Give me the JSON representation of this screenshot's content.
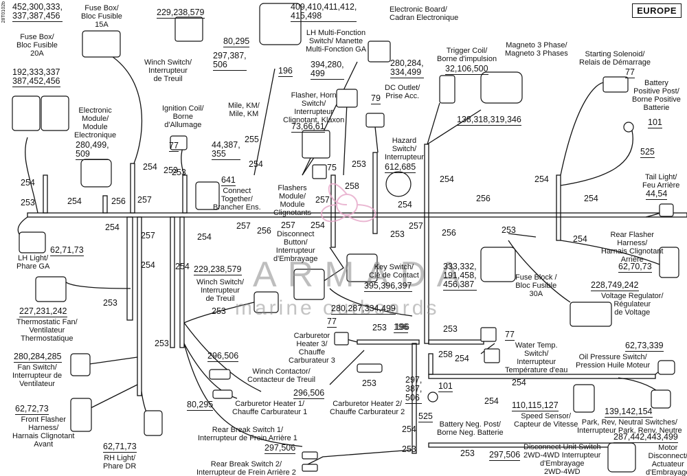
{
  "badge": "EUROPE",
  "drawing_code": "28T0102b",
  "watermark": {
    "brand": "ARMADA",
    "sub": "marine outboards"
  },
  "labels": {
    "fuse15_nums": "452,300,333,\n337,387,456",
    "fuse15_name": "Fuse Box/\nBloc Fusible\n15A",
    "fuse20_name": "Fuse Box/\nBloc Fusible\n20A",
    "fuse20_nums": "192,333,337\n387,452,456",
    "ecm_name": "Electronic\nModule/\nModule\nElectronique",
    "ecm_nums": "280,499,\n509",
    "winch1_nums": "229,238,579",
    "winch1_name": "Winch Switch/\nInterrupteur\nde Treuil",
    "mile_nums_a": "80,295",
    "mile_nums_b": "297,387,\n506",
    "mile_196": "196",
    "mile_name": "Mile, KM/\nMile, KM",
    "ignition_name": "Ignition Coil/\nBorne\nd'Allumage",
    "ign_77": "77",
    "ign_nums": "44,387,\n355",
    "connect_641": "641",
    "connect_name": "Connect\nTogether/\nBrancher Ens.",
    "board_nums": "409,410,411,412,\n415,498",
    "board_name": "Electronic Board/\nCadran Electronique",
    "multi_name": "LH Multi-Fonction\nSwitch/ Manette\nMulti-Fonction GA",
    "multi_nums": "280,284,\n334,499",
    "flasher_nums": "394,280,\n499",
    "flasher_name": "Flasher, Horn\nSwitch/\nInterrupteur\nClignotant, Klaxon",
    "flasher_ids": "73,66,61",
    "dc_79": "79",
    "dc_name": "DC Outlet/\nPrise Acc.",
    "hazard_name": "Hazard\nSwitch/\nInterrupteur",
    "hazard_nums": "612,685",
    "flashers_module": "Flashers\nModule/\nModule\nClignotants",
    "trigger_name": "Trigger Coil/\nBorne d'impulsion",
    "trigger_nums": "32,106,500",
    "magneto_name": "Magneto 3 Phase/\nMagneto 3 Phases",
    "magneto_nums": "138,318,319,346",
    "starting_name": "Starting Solenoid/\nRelais de Démarrage",
    "starting_77": "77",
    "battery_name": "Battery\nPositive Post/\nBorne Positive\nBatterie",
    "battery_101": "101",
    "battery_525": "525",
    "tail_name": "Tail Light/\nFeu Arrière",
    "tail_nums": "44,54",
    "lh_light_name": "LH Light/\nPhare GA",
    "lh_light_nums": "62,71,73",
    "disconnect_btn": "Disconnect\nButton/\nInterrupteur\nd'Embrayage",
    "key_name": "Key Switch/\nClé de Contact",
    "key_nums": "395,396,397",
    "fuse30_nums": "333,332,\n191,458,\n456,387",
    "fuse30_name": "Fuse Block /\nBloc Fusible\n30A",
    "rear_flasher_name": "Rear Flasher\nHarness/\nHarnais Clignotant\nArrière",
    "rear_flasher_nums": "62,70,73",
    "regulator_nums": "228,749,242",
    "regulator_name": "Voltage Regulator/\nRégulateur\nde Voltage",
    "thermo_nums": "227,231,242",
    "thermo_name": "Thermostatic Fan/\nVentilateur\nThermostatique",
    "winch2_nums": "229,238,579",
    "winch2_name": "Winch Switch/\nInterrupteur\nde Treuil",
    "hub_nums": "280,287,334,499",
    "fan_nums": "280,284,285",
    "fan_name": "Fan Switch/\nInterrupteur de\nVentilateur",
    "carb3_77": "77",
    "carb3_name": "Carburetor\nHeater 3/\nChauffe\nCarburateur 3",
    "carb_196": "196",
    "water_77": "77",
    "water_name": "Water Temp.\nSwitch/\nInterrupteur\nTempérature d'eau",
    "oil_nums": "62,73,339",
    "oil_name": "Oil Pressure Switch/\nPression Huile Moteur",
    "contactor_nums": "296,506",
    "contactor_name": "Winch Contactor/\nContacteur de Treuil",
    "carb_bottom_nums": "297,\n387,\n506",
    "front_flasher_nums": "62,72,73",
    "front_flasher_name": "Front Flasher\nHarness/\nHarnais Clignotant\nAvant",
    "rh_light_nums": "62,71,73",
    "rh_light_name": "RH Light/\nPhare DR",
    "c80_295": "80,295",
    "carb1_nums": "296,506",
    "carb1_name": "Carburetor Heater 1/\nChauffe Carburateur 1",
    "carb2_name": "Carburetor Heater 2/\nChauffe Carburateur 2",
    "bneg_101": "101",
    "bneg_525": "525",
    "bneg_name": "Battery Neg. Post/\nBorne Neg. Batterie",
    "speed_nums": "110,115,127",
    "speed_name": "Speed Sensor/\nCapteur de Vitesse",
    "park_nums": "139,142,154",
    "park_name": "Park, Rev, Neutral Switches/\nInterrupteur Park, Renv, Neutre",
    "motor_nums": "287,442,443,499",
    "motor_name": "Motor\nDisconnect/\nActuateur\nd'Embrayage",
    "rear_break1": "Rear Break Switch 1/\nInterrupteur de Frein Arrière 1",
    "rear_break2": "Rear Break Switch 2/\nInterrupteur de Frein Arrière 2",
    "rb_nums": "297,506",
    "d2wd_nums": "297,506",
    "d2wd_name": "Disconnect Unit Switch\n2WD-4WD Interrupteur\nd'Embrayage\n2WD-4WD"
  },
  "wire_codes": [
    "254",
    "253",
    "254",
    "256",
    "257",
    "254",
    "257",
    "254",
    "253",
    "253",
    "254",
    "253",
    "257",
    "256",
    "255",
    "254",
    "257",
    "254",
    "257",
    "253",
    "258",
    "254",
    "254",
    "256",
    "257",
    "253",
    "256",
    "254",
    "254",
    "254",
    "254",
    "254",
    "253",
    "253",
    "253",
    "253",
    "196",
    "258",
    "254",
    "254",
    "253",
    "254",
    "253",
    "253",
    "254",
    "253",
    "75"
  ]
}
